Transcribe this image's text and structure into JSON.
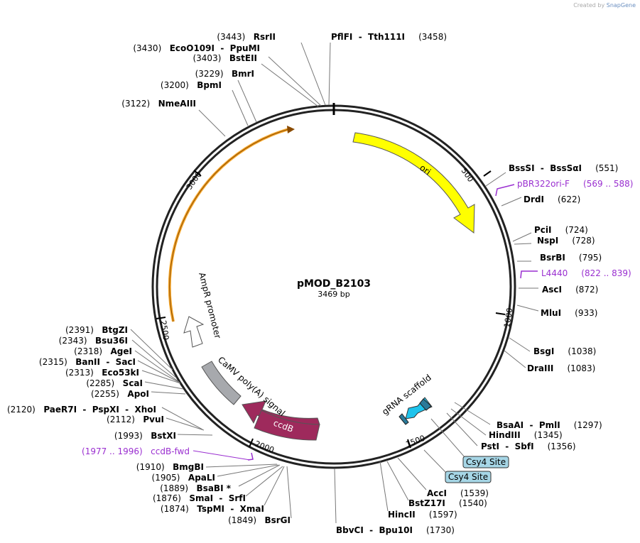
{
  "credit": {
    "prefix": "Created by",
    "brand": "SnapGene"
  },
  "plasmid": {
    "name": "pMOD_B2103",
    "length_label": "3469 bp",
    "length": 3469
  },
  "ticks": [
    "500",
    "1000",
    "1500",
    "2000",
    "2500",
    "3000"
  ],
  "features": [
    {
      "label": "ori",
      "color": "#ffff00"
    },
    {
      "label": "gRNA scaffold",
      "color": "#1ec3ec"
    },
    {
      "label": "ccdB",
      "color": "#9e2a5c"
    },
    {
      "label": "CaMV poly(A) signal",
      "color": "#a7a9ad"
    },
    {
      "label": "AmpR promoter",
      "color": "#ffffff"
    }
  ],
  "boxed_sites": [
    "Csy4 Site",
    "Csy4 Site"
  ],
  "sites": [
    {
      "left": "(3443)",
      "names": "RsrII"
    },
    {
      "names": "PflFI  -  Tth111I",
      "right": "(3458)"
    },
    {
      "left": "(3430)",
      "names": "EcoO109I  -  PpuMI"
    },
    {
      "left": "(3403)",
      "names": "BstEII"
    },
    {
      "left": "(3229)",
      "names": "BmrI"
    },
    {
      "left": "(3200)",
      "names": "BpmI"
    },
    {
      "left": "(3122)",
      "names": "NmeAIII"
    },
    {
      "names": "BssSI  -  BssSαI",
      "right": "(551)"
    },
    {
      "names": "pBR322ori-F",
      "right": "(569 .. 588)",
      "primer": true
    },
    {
      "names": "DrdI",
      "right": "(622)"
    },
    {
      "names": "PciI",
      "right": "(724)"
    },
    {
      "names": "NspI",
      "right": "(728)"
    },
    {
      "names": "BsrBI",
      "right": "(795)"
    },
    {
      "names": "L4440",
      "right": "(822 .. 839)",
      "primer": true
    },
    {
      "names": "AscI",
      "right": "(872)"
    },
    {
      "names": "MluI",
      "right": "(933)"
    },
    {
      "names": "BsgI",
      "right": "(1038)"
    },
    {
      "names": "DraIII",
      "right": "(1083)"
    },
    {
      "names": "BsaAI  -  PmlI",
      "right": "(1297)"
    },
    {
      "names": "HindIII",
      "right": "(1345)"
    },
    {
      "names": "PstI  -  SbfI",
      "right": "(1356)"
    },
    {
      "names": "AccI",
      "right": "(1539)"
    },
    {
      "names": "BstZ17I",
      "right": "(1540)"
    },
    {
      "names": "HincII",
      "right": "(1597)"
    },
    {
      "names": "BbvCI  -  Bpu10I",
      "right": "(1730)"
    },
    {
      "left": "(1849)",
      "names": "BsrGI"
    },
    {
      "left": "(1874)",
      "names": "TspMI  -  XmaI"
    },
    {
      "left": "(1876)",
      "names": "SmaI  -  SrfI"
    },
    {
      "left": "(1889)",
      "names": "BsaBI *"
    },
    {
      "left": "(1905)",
      "names": "ApaLI"
    },
    {
      "left": "(1910)",
      "names": "BmgBI"
    },
    {
      "left": "(1977 .. 1996)",
      "names": "ccdB-fwd",
      "primer": true
    },
    {
      "left": "(1993)",
      "names": "BstXI"
    },
    {
      "left": "(2112)",
      "names": "PvuI"
    },
    {
      "left": "(2120)",
      "names": "PaeR7I  -  PspXI  -  XhoI"
    },
    {
      "left": "(2255)",
      "names": "ApoI"
    },
    {
      "left": "(2285)",
      "names": "ScaI"
    },
    {
      "left": "(2313)",
      "names": "Eco53kI"
    },
    {
      "left": "(2315)",
      "names": "BanII  -  SacI"
    },
    {
      "left": "(2318)",
      "names": "AgeI"
    },
    {
      "left": "(2343)",
      "names": "Bsu36I"
    },
    {
      "left": "(2391)",
      "names": "BtgZI"
    }
  ]
}
